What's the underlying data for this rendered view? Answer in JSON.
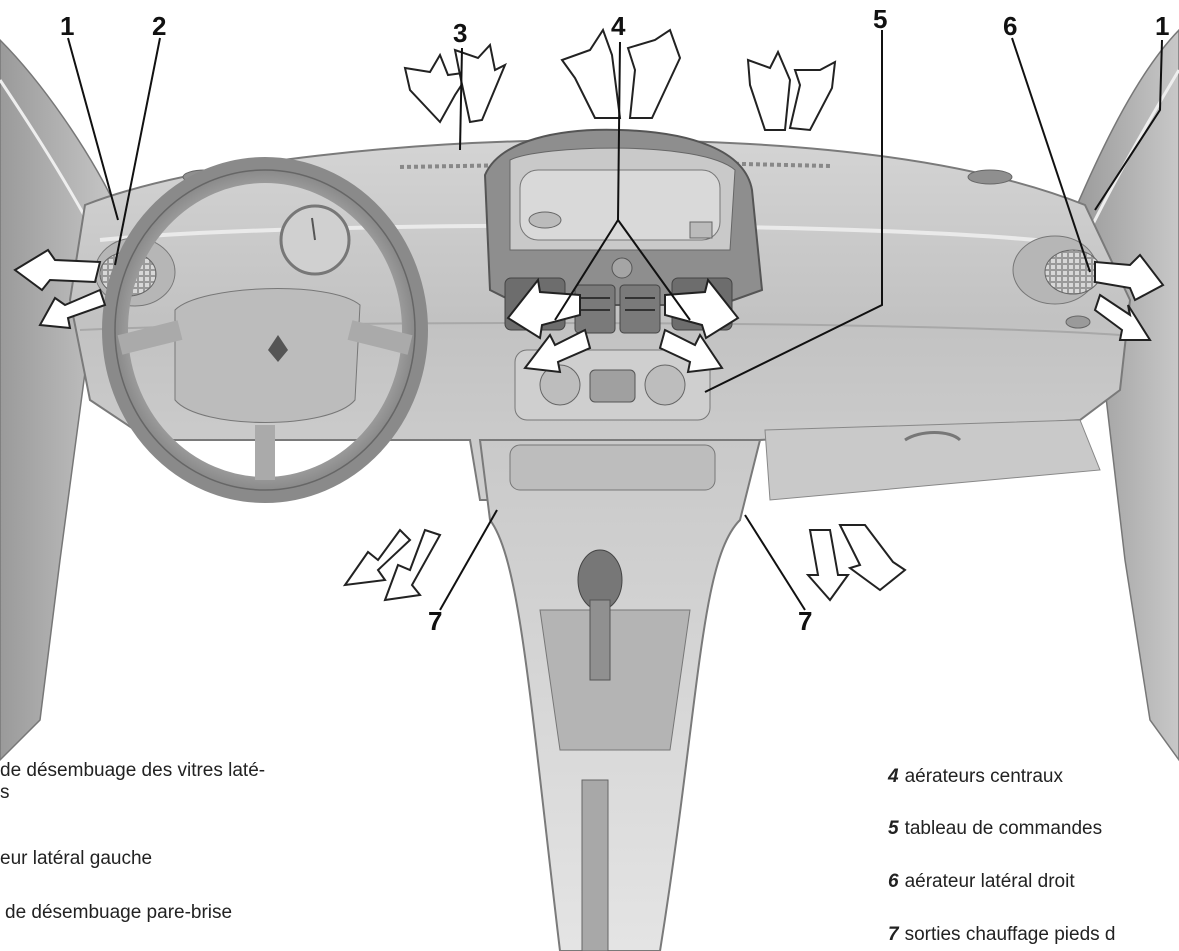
{
  "callouts": {
    "c1_left": "1",
    "c2": "2",
    "c3": "3",
    "c4": "4",
    "c5": "5",
    "c6": "6",
    "c1_right": "1",
    "c7_left": "7",
    "c7_right": "7"
  },
  "legend_left": [
    {
      "text_line1": "de désembuage des vitres laté-",
      "text_line2": "s"
    },
    {
      "text": "eur latéral gauche"
    },
    {
      "text": "de désembuage pare-brise"
    }
  ],
  "legend_right": [
    {
      "num": "4",
      "text": "aérateurs centraux"
    },
    {
      "num": "5",
      "text": "tableau de commandes"
    },
    {
      "num": "6",
      "text": "aérateur latéral droit"
    },
    {
      "num": "7",
      "text": "sorties chauffage pieds d"
    }
  ]
}
